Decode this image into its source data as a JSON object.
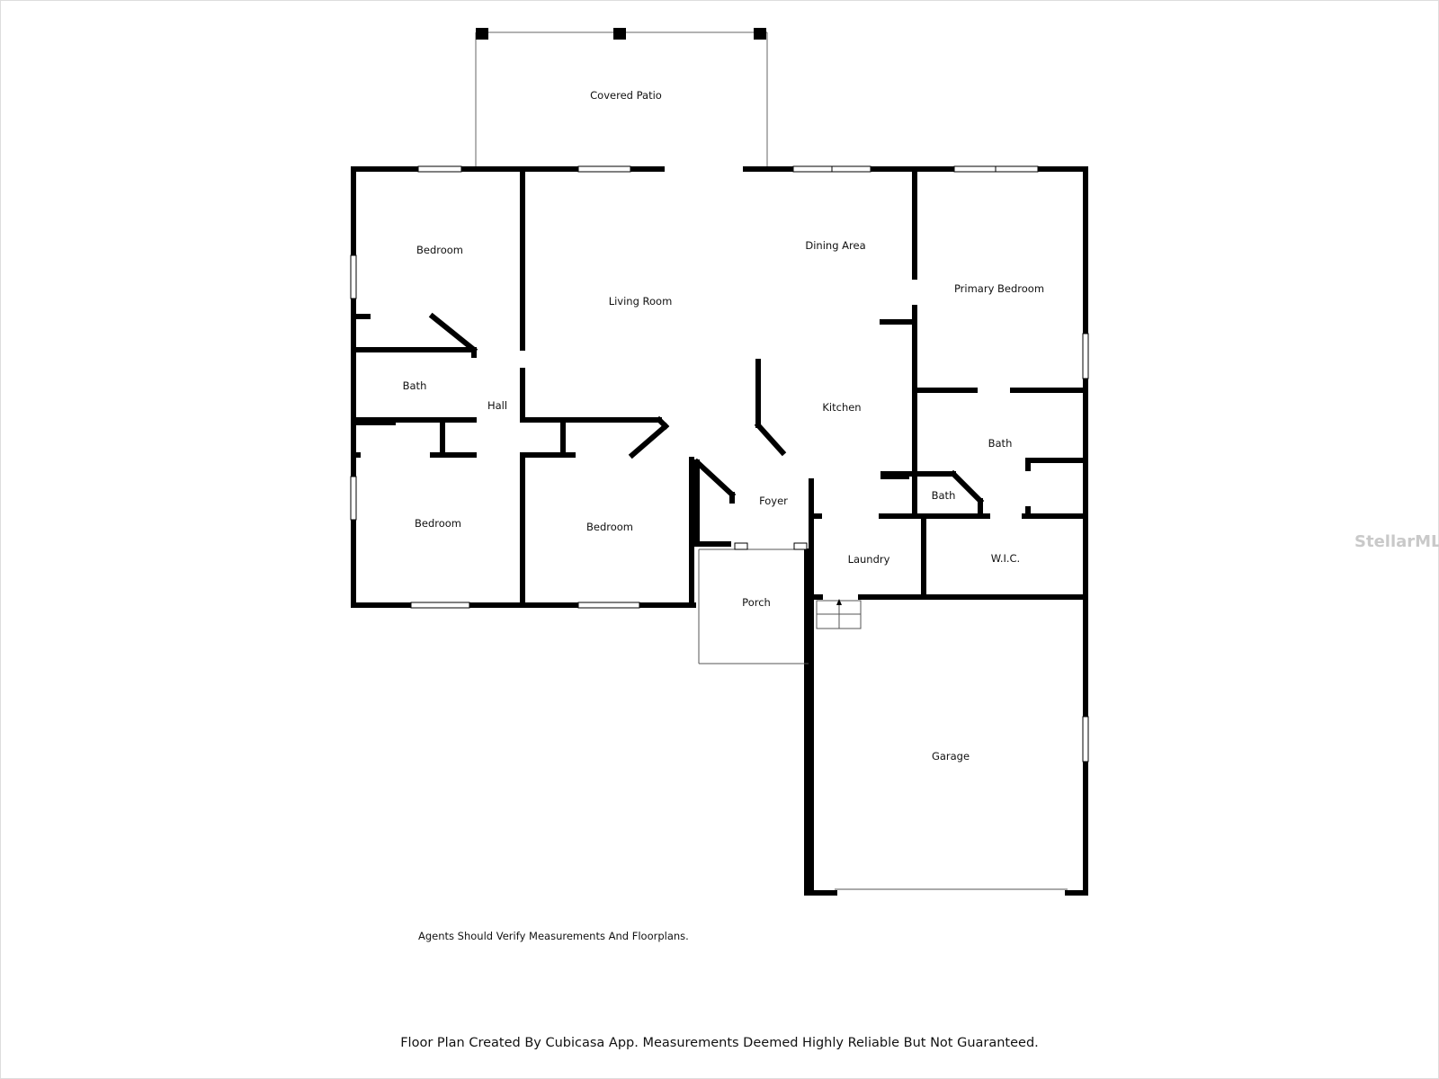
{
  "rooms": {
    "covered_patio": "Covered Patio",
    "bedroom_nw": "Bedroom",
    "living_room": "Living Room",
    "dining_area": "Dining Area",
    "primary_bedroom": "Primary Bedroom",
    "bath_west": "Bath",
    "hall": "Hall",
    "kitchen": "Kitchen",
    "bath_primary": "Bath",
    "bath_small": "Bath",
    "foyer": "Foyer",
    "bedroom_sw": "Bedroom",
    "bedroom_s": "Bedroom",
    "laundry": "Laundry",
    "wic": "W.I.C.",
    "porch": "Porch",
    "garage": "Garage"
  },
  "notes": {
    "agents_verify": "Agents Should Verify Measurements And Floorplans.",
    "disclaimer": "Floor Plan Created By Cubicasa App. Measurements Deemed Highly Reliable But Not Guaranteed."
  },
  "watermark": "StellarMLS",
  "colors": {
    "wall": "#000000",
    "window": "#ffffff",
    "background": "#ffffff"
  }
}
